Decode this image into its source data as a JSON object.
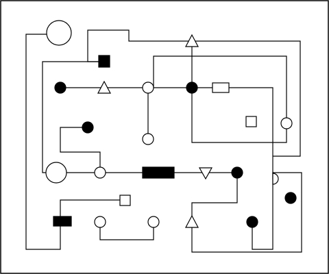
{
  "diagram": {
    "colors": {
      "stroke": "#000000",
      "background": "#ffffff",
      "filled": "#000000",
      "open": "#ffffff"
    },
    "symbols": [
      {
        "id": "large-open-circle-top",
        "shape": "circle",
        "style": "open",
        "size": "large"
      },
      {
        "id": "filled-square-upper-left",
        "shape": "square",
        "style": "filled",
        "size": "small"
      },
      {
        "id": "open-triangle-top",
        "shape": "triangle-up",
        "style": "open",
        "size": "small"
      },
      {
        "id": "filled-circle-row1-left",
        "shape": "circle",
        "style": "filled",
        "size": "small"
      },
      {
        "id": "open-triangle-row1",
        "shape": "triangle-up",
        "style": "open",
        "size": "small"
      },
      {
        "id": "open-circle-row1-junction",
        "shape": "circle",
        "style": "open",
        "size": "small"
      },
      {
        "id": "filled-circle-row1-junction",
        "shape": "circle",
        "style": "filled",
        "size": "small"
      },
      {
        "id": "open-rectangle-row1",
        "shape": "rectangle",
        "style": "open",
        "size": "small"
      },
      {
        "id": "open-square-right-box",
        "shape": "square",
        "style": "open",
        "size": "small"
      },
      {
        "id": "open-circle-right-loop",
        "shape": "circle",
        "style": "open",
        "size": "small"
      },
      {
        "id": "filled-circle-mid-left",
        "shape": "circle",
        "style": "filled",
        "size": "small"
      },
      {
        "id": "open-circle-stub",
        "shape": "circle",
        "style": "open",
        "size": "small"
      },
      {
        "id": "large-open-circle-left",
        "shape": "circle",
        "style": "open",
        "size": "large"
      },
      {
        "id": "open-circle-row2",
        "shape": "circle",
        "style": "open",
        "size": "small"
      },
      {
        "id": "filled-rectangle-row2",
        "shape": "rectangle",
        "style": "filled",
        "size": "large"
      },
      {
        "id": "open-triangle-down-row2",
        "shape": "triangle-down",
        "style": "open",
        "size": "small"
      },
      {
        "id": "filled-circle-row2-right",
        "shape": "circle",
        "style": "filled",
        "size": "small"
      },
      {
        "id": "open-half-circle-right",
        "shape": "half-circle",
        "style": "open",
        "size": "small"
      },
      {
        "id": "filled-circle-far-right",
        "shape": "circle",
        "style": "filled",
        "size": "small"
      },
      {
        "id": "open-square-lower",
        "shape": "square",
        "style": "open",
        "size": "small"
      },
      {
        "id": "filled-rectangle-lower-left",
        "shape": "rectangle",
        "style": "filled",
        "size": "small"
      },
      {
        "id": "open-circle-bottom-a",
        "shape": "circle",
        "style": "open",
        "size": "small"
      },
      {
        "id": "open-circle-bottom-b",
        "shape": "circle",
        "style": "open",
        "size": "small"
      },
      {
        "id": "open-triangle-bottom",
        "shape": "triangle-up",
        "style": "open",
        "size": "small"
      },
      {
        "id": "filled-circle-bottom-right",
        "shape": "circle",
        "style": "filled",
        "size": "small"
      }
    ]
  }
}
